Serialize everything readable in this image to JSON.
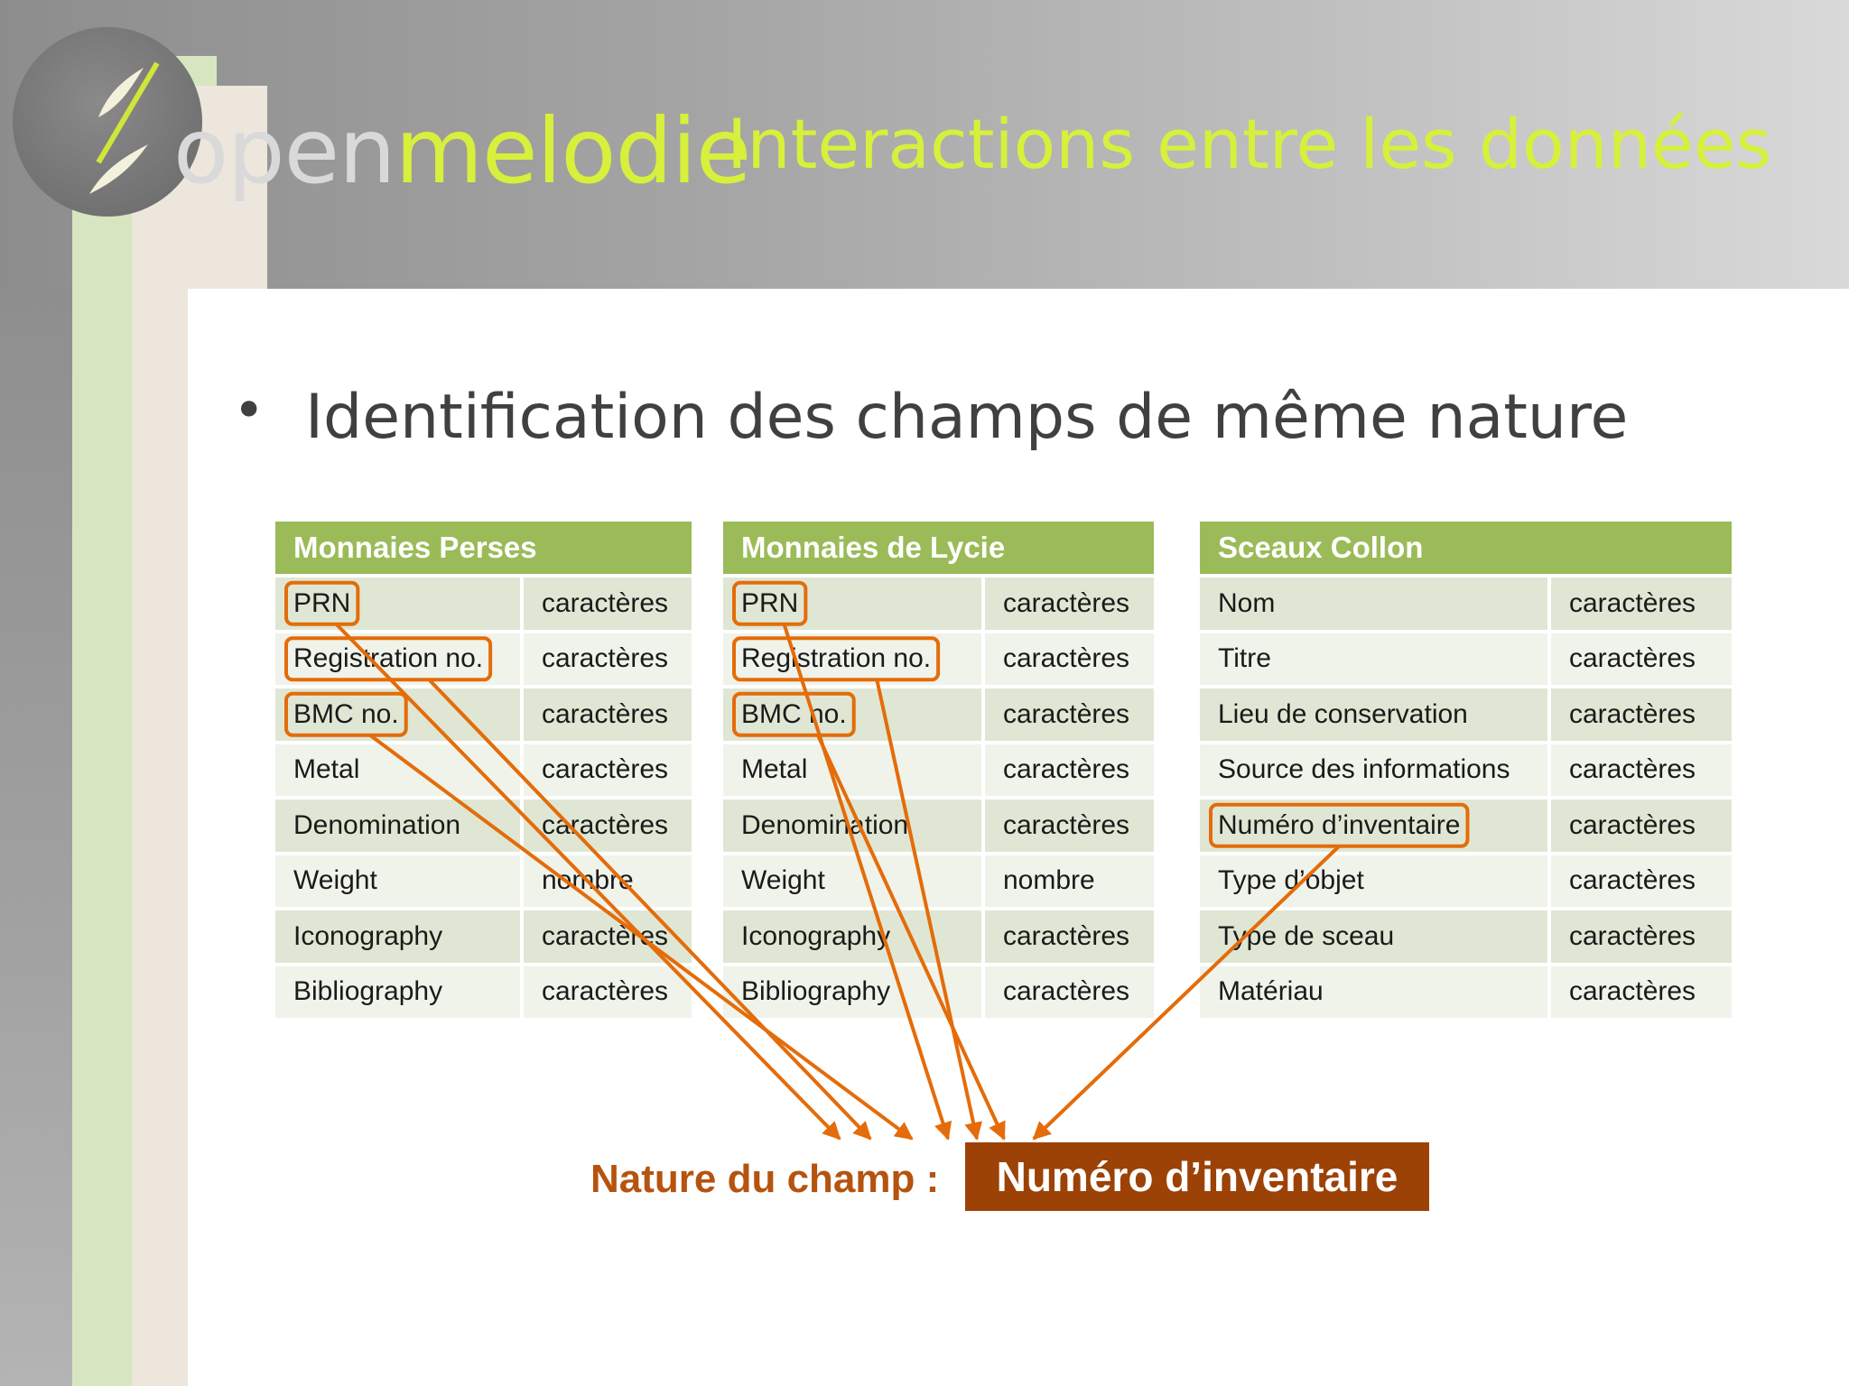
{
  "logo": {
    "word_open": "open",
    "word_melodie": "melodie"
  },
  "slide": {
    "title": "Interactions entre les données",
    "bullet": "Identification des champs de même nature",
    "footer_label": "Nature du champ :",
    "footer_value": "Numéro d’inventaire"
  },
  "colors": {
    "accent_lime": "#d6f03c",
    "table_header": "#9bbb59",
    "highlight_orange": "#e46c0a",
    "footer_brown": "#9c4206"
  },
  "tables": [
    {
      "title": "Monnaies Perses",
      "rows": [
        {
          "field": "PRN",
          "type": "caractères",
          "highlight": true
        },
        {
          "field": "Registration no.",
          "type": "caractères",
          "highlight": true
        },
        {
          "field": "BMC no.",
          "type": "caractères",
          "highlight": true
        },
        {
          "field": "Metal",
          "type": "caractères",
          "highlight": false
        },
        {
          "field": "Denomination",
          "type": "caractères",
          "highlight": false
        },
        {
          "field": "Weight",
          "type": "nombre",
          "highlight": false
        },
        {
          "field": "Iconography",
          "type": "caractères",
          "highlight": false
        },
        {
          "field": "Bibliography",
          "type": "caractères",
          "highlight": false
        }
      ]
    },
    {
      "title": "Monnaies de Lycie",
      "rows": [
        {
          "field": "PRN",
          "type": "caractères",
          "highlight": true
        },
        {
          "field": "Registration no.",
          "type": "caractères",
          "highlight": true
        },
        {
          "field": "BMC no.",
          "type": "caractères",
          "highlight": true
        },
        {
          "field": "Metal",
          "type": "caractères",
          "highlight": false
        },
        {
          "field": "Denomination",
          "type": "caractères",
          "highlight": false
        },
        {
          "field": "Weight",
          "type": "nombre",
          "highlight": false
        },
        {
          "field": "Iconography",
          "type": "caractères",
          "highlight": false
        },
        {
          "field": "Bibliography",
          "type": "caractères",
          "highlight": false
        }
      ]
    },
    {
      "title": "Sceaux Collon",
      "rows": [
        {
          "field": "Nom",
          "type": "caractères",
          "highlight": false
        },
        {
          "field": "Titre",
          "type": "caractères",
          "highlight": false
        },
        {
          "field": "Lieu de conservation",
          "type": "caractères",
          "highlight": false
        },
        {
          "field": "Source des informations",
          "type": "caractères",
          "highlight": false
        },
        {
          "field": "Numéro d’inventaire",
          "type": "caractères",
          "highlight": true
        },
        {
          "field": "Type d’objet",
          "type": "caractères",
          "highlight": false
        },
        {
          "field": "Type de sceau",
          "type": "caractères",
          "highlight": false
        },
        {
          "field": "Matériau",
          "type": "caractères",
          "highlight": false
        }
      ]
    }
  ]
}
